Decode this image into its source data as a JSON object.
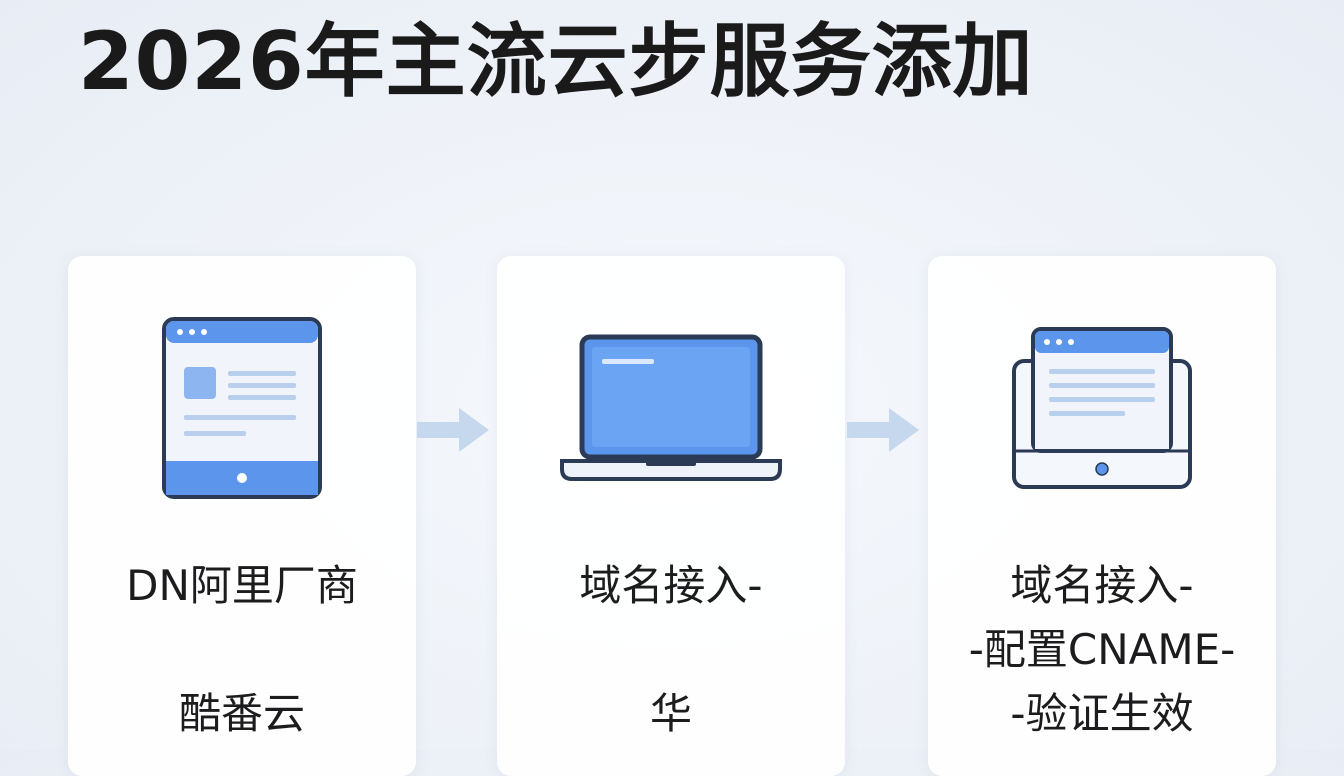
{
  "title": "2026年主流云步服务添加",
  "colors": {
    "accent": "#5b95ec",
    "accent_light": "#cfe0f8",
    "outline": "#2b3a55",
    "arrow": "#c6d8ee"
  },
  "steps": [
    {
      "icon": "tablet-icon",
      "lines": [
        "DN阿里厂商",
        "",
        "酷番云"
      ]
    },
    {
      "icon": "laptop-icon",
      "lines": [
        "域名接入-",
        "",
        "华"
      ]
    },
    {
      "icon": "browser-window-icon",
      "lines": [
        "域名接入-",
        "-配置CNAME-",
        "-验证生效"
      ]
    }
  ]
}
